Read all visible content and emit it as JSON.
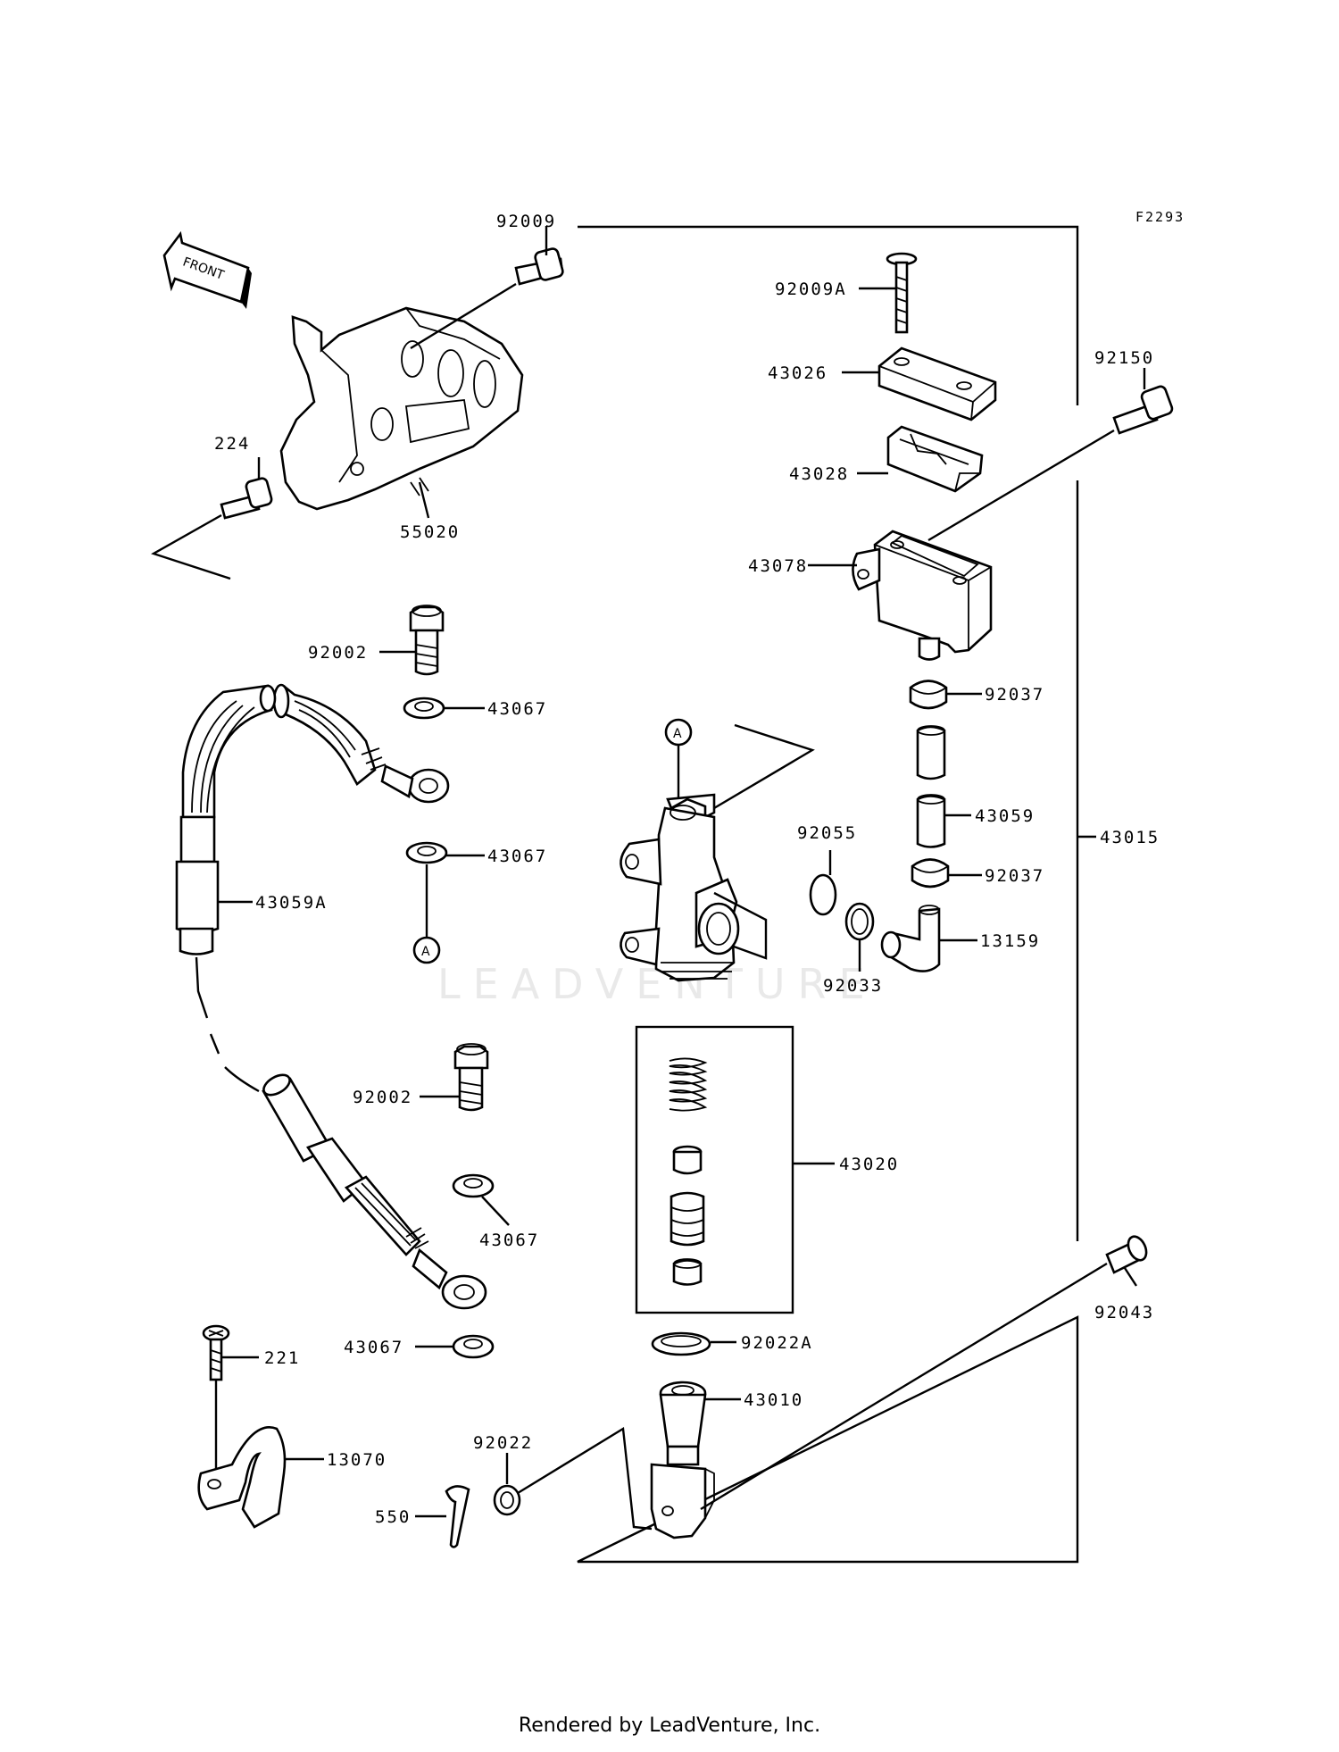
{
  "figure_code": "F2293",
  "front_label": "FRONT",
  "watermark": "LEADVENTURE",
  "footer": "Rendered by LeadVenture, Inc.",
  "callout_marker": "A",
  "parts": {
    "p92009": "92009",
    "p92009A": "92009A",
    "p43026": "43026",
    "p92150": "92150",
    "p43028": "43028",
    "p224": "224",
    "p55020": "55020",
    "p43078": "43078",
    "p92002a": "92002",
    "p43067a": "43067",
    "p92037a": "92037",
    "p43067b": "43067",
    "p92055": "92055",
    "p43059": "43059",
    "p43015": "43015",
    "p43059A": "43059A",
    "p92037b": "92037",
    "p13159": "13159",
    "p92033": "92033",
    "p92002b": "92002",
    "p43020": "43020",
    "p43067c": "43067",
    "p43067d": "43067",
    "p221": "221",
    "p92022A": "92022A",
    "p92043": "92043",
    "p43010": "43010",
    "p92022": "92022",
    "p13070": "13070",
    "p550": "550"
  }
}
